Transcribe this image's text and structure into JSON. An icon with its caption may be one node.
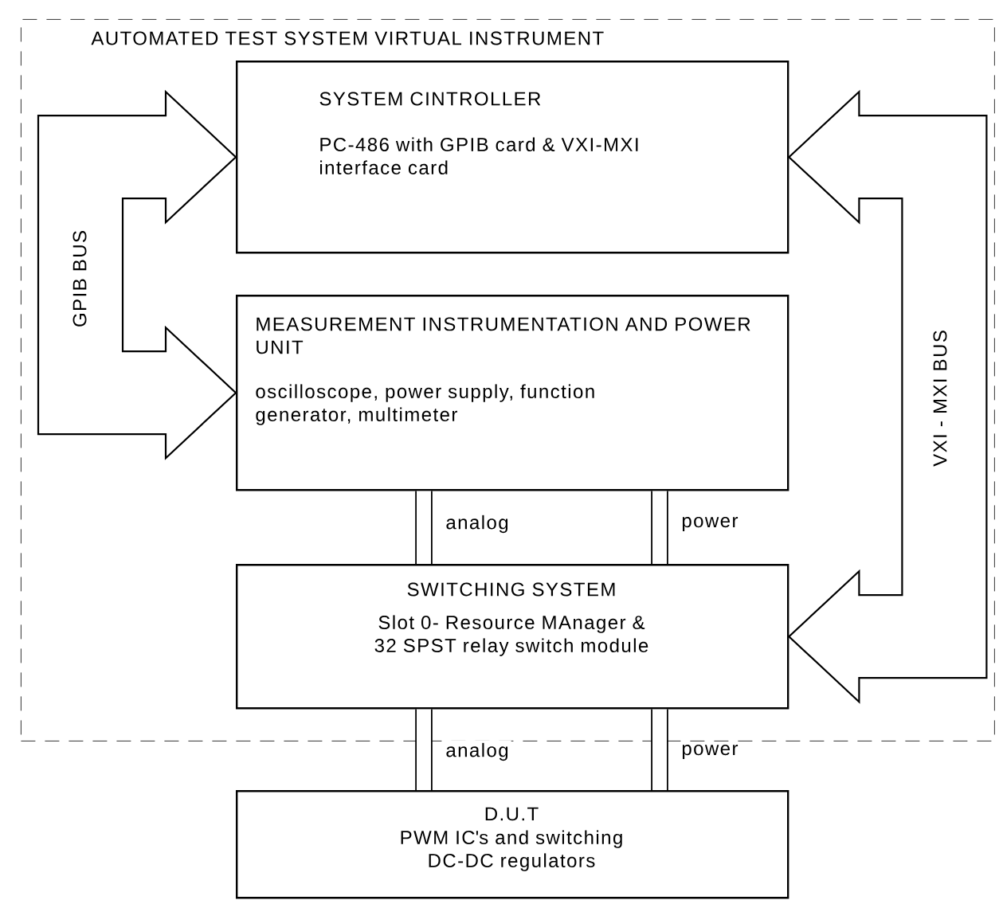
{
  "diagram": {
    "nodes": [
      {
        "text": [
          "AUTOMATED TEST SYSTEM VIRTUAL INSTRUMENT"
        ]
      },
      {
        "text": [
          "SYSTEM CINTROLLER",
          "PC-486 with GPIB card & VXI-MXI interface card"
        ],
        "in": 0
      },
      {
        "text": [
          "MEASUREMENT INSTRUMENTATION AND POWER UNIT",
          "oscilloscope, power supply, function generator, multimeter"
        ],
        "in": 0
      },
      {
        "text": [
          "SWITCHING SYSTEM",
          "Slot 0- Resource MAnager & 32 SPST relay switch module"
        ],
        "in": 0
      },
      {
        "text": [
          "D.U.T",
          "PWM IC's and switching DC-DC regulators"
        ]
      }
    ],
    "edges": [
      {
        "from": 1,
        "to": 2,
        "arrow": "both",
        "label": "GPIB BUS",
        "style": "thick"
      },
      {
        "from": 1,
        "to": 3,
        "arrow": "both",
        "label": "VXI - MXI BUS",
        "style": "thick"
      },
      {
        "from": 2,
        "to": 3,
        "arrow": "none",
        "label": "analog"
      },
      {
        "from": 2,
        "to": 3,
        "arrow": "none",
        "label": "power"
      },
      {
        "from": 3,
        "to": 4,
        "arrow": "none",
        "label": "analog"
      },
      {
        "from": 3,
        "to": 4,
        "arrow": "none",
        "label": "power"
      }
    ]
  }
}
